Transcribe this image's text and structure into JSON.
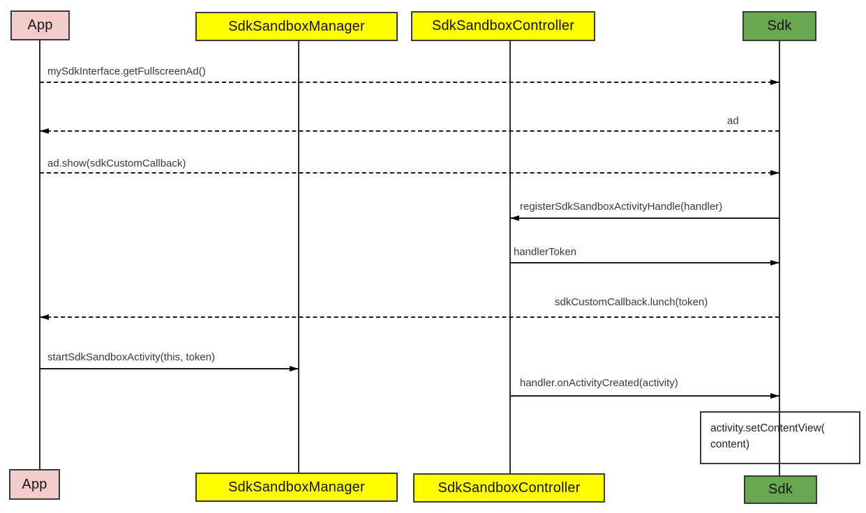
{
  "diagram_type": "sequence-diagram",
  "actors": [
    {
      "id": "app",
      "label": "App",
      "fill": "#f4cccc"
    },
    {
      "id": "manager",
      "label": "SdkSandboxManager",
      "fill": "#ffff00"
    },
    {
      "id": "controller",
      "label": "SdkSandboxController",
      "fill": "#ffff00"
    },
    {
      "id": "sdk",
      "label": "Sdk",
      "fill": "#6aa84f"
    }
  ],
  "messages": [
    {
      "label": "mySdkInterface.getFullscreenAd()",
      "from": "App",
      "to": "Sdk",
      "line": "dashed",
      "direction": "right"
    },
    {
      "label": "ad",
      "from": "Sdk",
      "to": "App",
      "line": "dashed",
      "direction": "left"
    },
    {
      "label": "ad.show(sdkCustomCallback)",
      "from": "App",
      "to": "Sdk",
      "line": "dashed",
      "direction": "right"
    },
    {
      "label": "registerSdkSandboxActivityHandle(handler)",
      "from": "Sdk",
      "to": "SdkSandboxController",
      "line": "solid",
      "direction": "left"
    },
    {
      "label": "handlerToken",
      "from": "SdkSandboxController",
      "to": "Sdk",
      "line": "solid",
      "direction": "right"
    },
    {
      "label": "sdkCustomCallback.lunch(token)",
      "from": "Sdk",
      "to": "App",
      "line": "dashed",
      "direction": "left"
    },
    {
      "label": "startSdkSandboxActivity(this, token)",
      "from": "App",
      "to": "SdkSandboxManager",
      "line": "solid",
      "direction": "right"
    },
    {
      "label": "handler.onActivityCreated(activity)",
      "from": "SdkSandboxController",
      "to": "Sdk",
      "line": "solid",
      "direction": "right"
    }
  ],
  "note": {
    "line1": "activity.setContentView(",
    "line2": "content)"
  },
  "colors": {
    "app_fill": "#f4cccc",
    "manager_fill": "#ffff00",
    "controller_fill": "#ffff00",
    "sdk_fill": "#6aa84f",
    "border": "#3a3a3a",
    "line": "#1a1a1a",
    "background": "#ffffff"
  }
}
